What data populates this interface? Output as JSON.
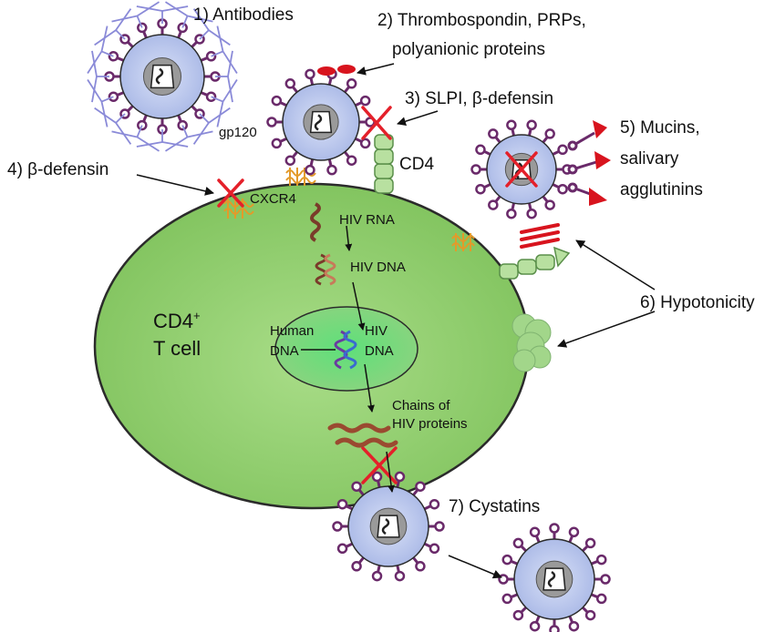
{
  "labels": {
    "antibodies": "1) Antibodies",
    "thrombo_line1": "2) Thrombospondin, PRPs,",
    "thrombo_line2": "polyanionic proteins",
    "slpi": "3) SLPI, β-defensin",
    "gp120": "gp120",
    "cd4": "CD4",
    "beta_defensin": "4) β-defensin",
    "cxcr4": "CXCR4",
    "mucins_line1": "5) Mucins,",
    "mucins_line2": "salivary",
    "mucins_line3": "agglutinins",
    "hiv_rna": "HIV RNA",
    "hiv_dna": "HIV DNA",
    "cell_line1": "CD4",
    "cell_sup": "+",
    "cell_line2": "T cell",
    "human_dna_line1": "Human",
    "human_dna_line2": "DNA",
    "hiv_dna_line1": "HIV",
    "hiv_dna_line2": "DNA",
    "hypotonicity": "6) Hypotonicity",
    "chains_line1": "Chains of",
    "chains_line2": "HIV proteins",
    "cystatins": "7) Cystatins"
  },
  "colors": {
    "cell_fill": "#8fcf6b",
    "nucleus_fill": "#7fd07a",
    "virus_fill": "#b9c7ee",
    "spike": "#6a2a6a",
    "block_x": "#e4202a",
    "red_protein": "#d8141e",
    "receptor": "#f0a030"
  }
}
